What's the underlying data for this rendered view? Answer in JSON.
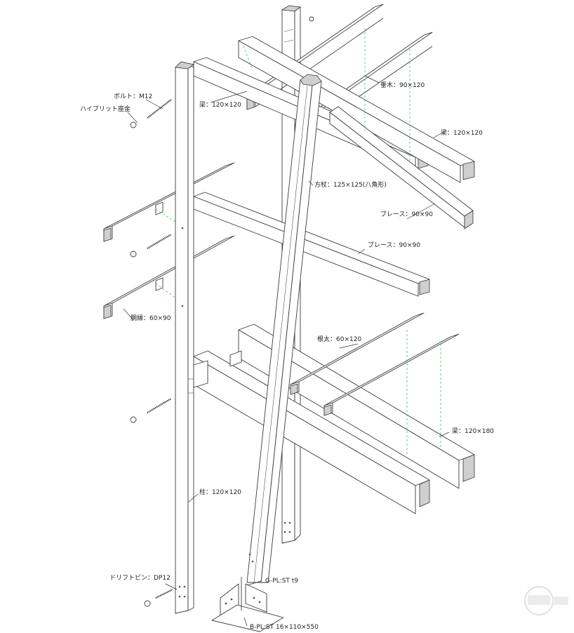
{
  "labels": {
    "bolt": "ボルト：M12",
    "hybrid_hardware": "ハイブリット座金",
    "beam_top": "梁：120×120",
    "rafter": "垂木：90×120",
    "beam_right": "梁：120×120",
    "square_member": "方杖：125×125(八角形)",
    "brace_upper": "ブレース：90×90",
    "brace_mid": "ブレース：90×90",
    "girth": "胴縁：60×90",
    "joist": "根太：60×120",
    "beam_lower": "梁：120×180",
    "column": "柱：120×120",
    "drift_pin": "ドリフトピン：DP12",
    "gusset_plate": "G-PL:ST t9",
    "base_plate": "B-PL:ST 16×110×550"
  },
  "colors": {
    "line": "#3a3a3a",
    "cut_end": "#cfcfcf",
    "hidden_line": "#49b86a"
  }
}
